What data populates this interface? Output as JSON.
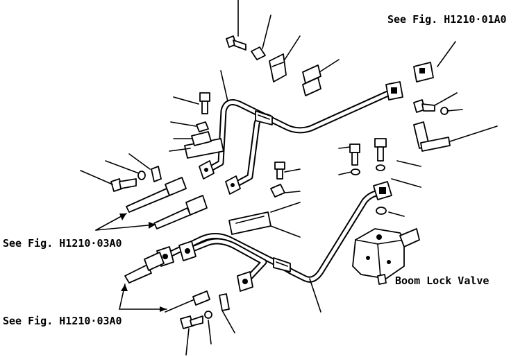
{
  "labels": {
    "ref_top": "See Fig. H1210·01A0",
    "ref_left_upper": "See Fig. H1210·03A0",
    "ref_left_lower": "See Fig. H1210·03A0",
    "valve": "Boom Lock Valve"
  }
}
